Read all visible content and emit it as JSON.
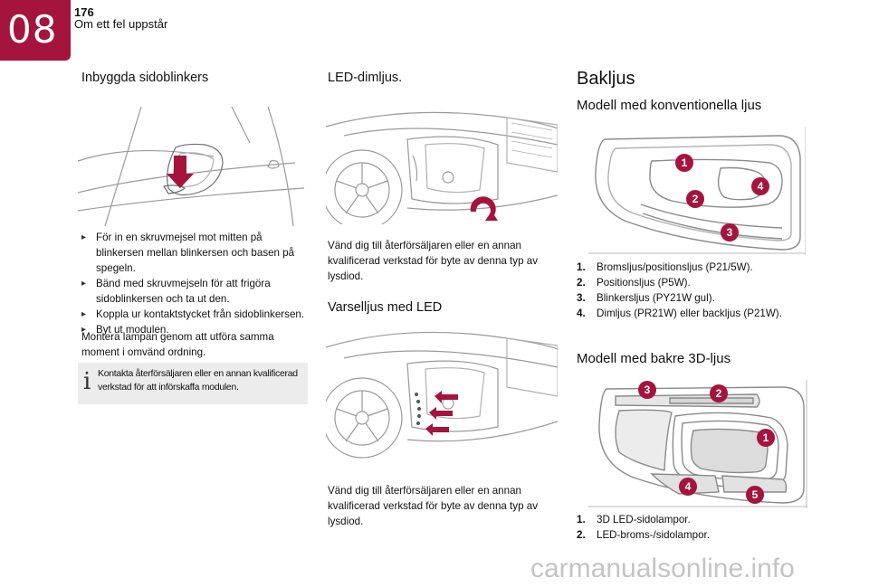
{
  "header": {
    "chapter": "08",
    "page_number": "176",
    "section_title": "Om ett fel uppstår"
  },
  "col1": {
    "heading": "Inbyggda sidoblinkers",
    "steps": [
      "För in en skruvmejsel mot mitten på blinkersen mellan blinkersen och basen på spegeln.",
      "Bänd med skruvmejseln för att frigöra sidoblinkersen och ta ut den.",
      "Koppla ur kontaktstycket från sidoblinkersen.",
      "Byt ut modulen."
    ],
    "closing": "Montera lampan genom att utföra samma moment i omvänd ordning.",
    "note": "Kontakta återförsäljaren eller en annan kvalificerad verkstad för att införskaffa modulen."
  },
  "col2": {
    "led_heading": "LED-dimljus.",
    "led_text": "Vänd dig till återförsäljaren eller en annan kvalificerad verkstad för byte av denna typ av lysdiod.",
    "drl_heading": "Varselljus med LED",
    "drl_text": "Vänd dig till återförsäljaren eller en annan kvalificerad verkstad för byte av denna typ av lysdiod."
  },
  "col3": {
    "heading": "Bakljus",
    "conv_heading": "Modell med konventionella ljus",
    "conv_callouts": [
      "1",
      "2",
      "3",
      "4"
    ],
    "conv_items": [
      {
        "num": "1.",
        "text": "Bromsljus/positionsljus (P21/5W)."
      },
      {
        "num": "2.",
        "text": "Positionsljus (P5W)."
      },
      {
        "num": "3.",
        "text": "Blinkersljus (PY21W gul)."
      },
      {
        "num": "4.",
        "text": "Dimljus (PR21W) eller backljus (P21W)."
      }
    ],
    "threed_heading": "Modell med bakre 3D-ljus",
    "threed_callouts": [
      "1",
      "2",
      "3",
      "4",
      "5"
    ],
    "threed_items": [
      {
        "num": "1.",
        "text": "3D LED-sidolampor."
      },
      {
        "num": "2.",
        "text": "LED-broms-/sidolampor."
      }
    ]
  },
  "watermark": "carmanualsonline.info",
  "colors": {
    "accent": "#a4143c",
    "note_bg": "#ececec",
    "line_art": "#9a9a9a"
  }
}
